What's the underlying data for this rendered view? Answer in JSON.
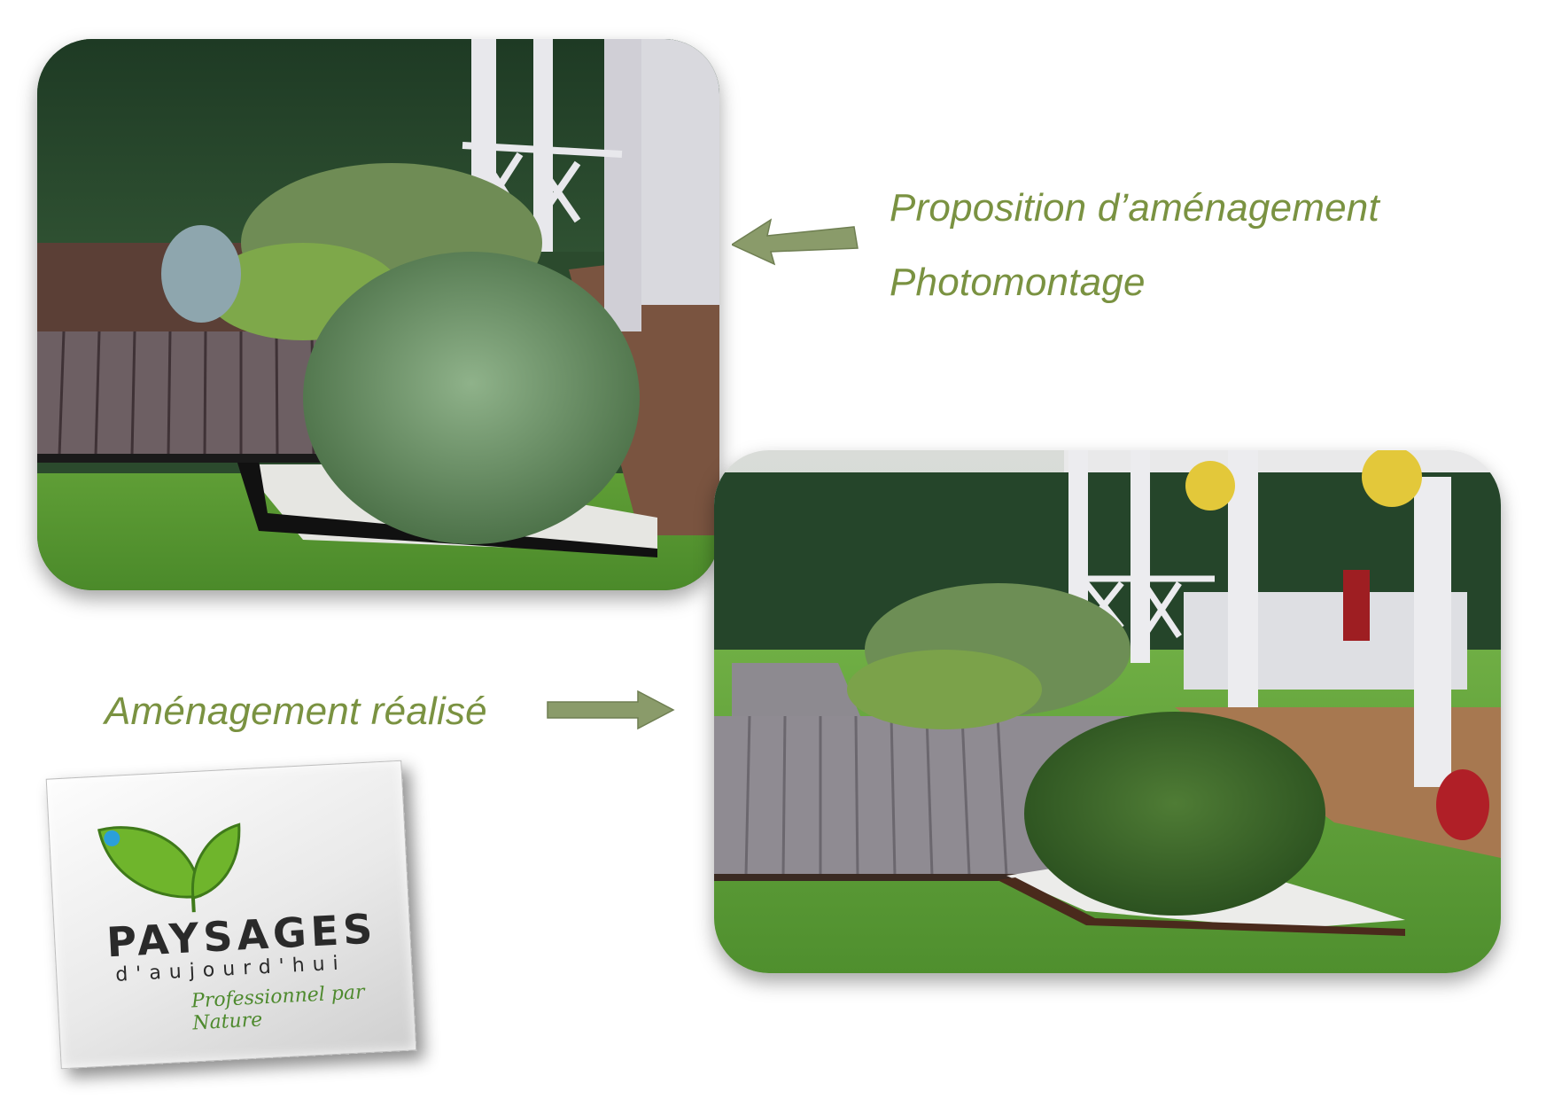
{
  "captions": {
    "proposition": "Proposition d’aménagement",
    "photomontage": "Photomontage",
    "realise": "Aménagement réalisé"
  },
  "logo": {
    "brand": "PAYSAGES",
    "sub": "d'aujourd'hui",
    "tagline": "Professionnel par Nature"
  },
  "colors": {
    "caption": "#7a9241",
    "arrow": "#8a9b6a",
    "logo_leaf": "#6fb52c"
  },
  "icons": {
    "arrow_left": "arrow-left-icon",
    "arrow_right": "arrow-right-icon",
    "leaves": "leaves-icon"
  }
}
